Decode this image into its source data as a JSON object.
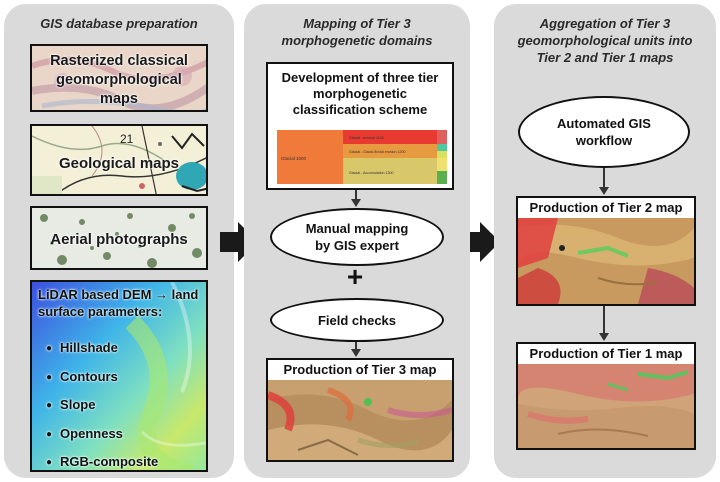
{
  "panels": {
    "left": {
      "title": "GIS database preparation"
    },
    "middle": {
      "title": "Mapping of Tier 3 morphogenetic domains"
    },
    "right": {
      "title": "Aggregation of Tier 3 geomorphological units into Tier 2 and Tier 1 maps"
    }
  },
  "left": {
    "maps_label": "Rasterized classical geomorphological maps",
    "geo_label": "Geological maps",
    "geo_number": "21",
    "aerial_label": "Aerial photographs",
    "dem_label": "LiDAR based DEM → land surface parameters:",
    "params": [
      "Hillshade",
      "Contours",
      "Slope",
      "Openness",
      "RGB-composite"
    ]
  },
  "middle": {
    "scheme_title": "Development of three tier morphogenetic classification scheme",
    "scheme_table": {
      "tier1": "Glacial 1000",
      "tier2": [
        "Glacial - erosion 1100",
        "Glacial - Glacio-fluvial erosion 1200",
        "Glacial - Accumulation 1300"
      ]
    },
    "manual_mapping": "Manual mapping by GIS expert",
    "plus": "+",
    "field_checks": "Field checks",
    "tier3_title": "Production of Tier 3 map"
  },
  "right": {
    "workflow": "Automated GIS workflow",
    "tier2_title": "Production of Tier 2 map",
    "tier1_title": "Production of Tier 1 map"
  },
  "colors": {
    "panel_bg": "#dadada",
    "arrow": "#1a1a1a",
    "box_border": "#111111"
  }
}
